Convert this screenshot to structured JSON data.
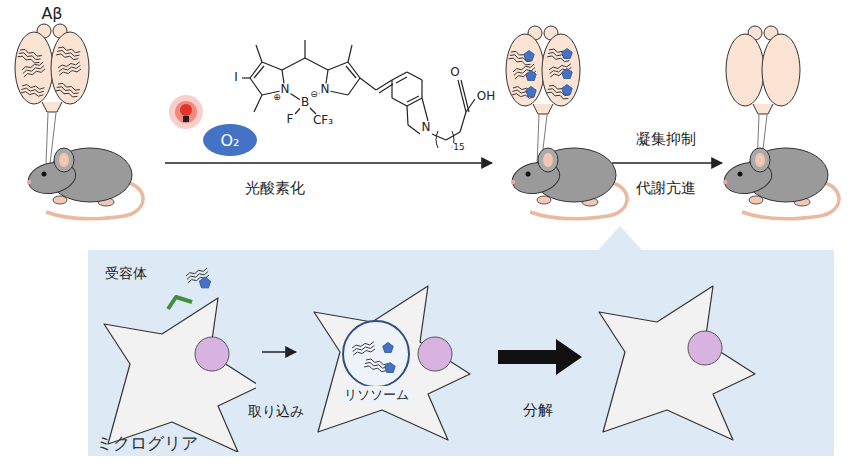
{
  "diagram": {
    "nodes": [
      {
        "text": [
          "O₂"
        ]
      },
      {
        "text": [
          "ミクログリア"
        ]
      },
      {
        "text": [
          "リソソーム"
        ]
      }
    ],
    "labels": [
      "Aβ",
      "I",
      "N",
      "N",
      "B",
      "⊖",
      "⊕",
      "F",
      "CF₃",
      "N",
      "15",
      "O",
      "OH",
      "光酸素化",
      "凝集抑制",
      "代謝亢進",
      "受容体",
      "取り込み",
      "分解"
    ]
  }
}
